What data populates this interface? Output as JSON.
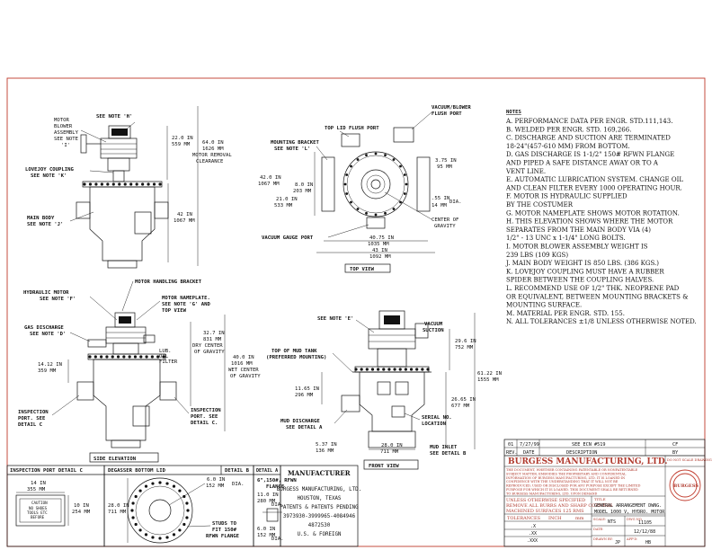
{
  "notes": {
    "title": "NOTES",
    "items": [
      "A. PERFORMANCE DATA PER ENGR. STD.111,143.",
      "B. WELDED PER ENGR. STD. 169,266.",
      "C. DISCHARGE AND SUCTION ARE TERMINATED",
      "   18-24\"(457-610 MM) FROM BOTTOM.",
      "D. GAS DISCHARGE IS 1-1/2\" 150# RFWN FLANGE",
      "   AND PIPED A SAFE DISTANCE AWAY OR TO A",
      "   VENT LINE.",
      "E. AUTOMATIC LUBRICATION SYSTEM. CHANGE OIL",
      "   AND CLEAN FILTER EVERY 1000 OPERATING HOUR.",
      "F. MOTOR IS HYDRAULIC SUPPLIED",
      "   BY THE COSTUMER",
      "G. MOTOR NAMEPLATE SHOWS MOTOR ROTATION.",
      "H. THIS ELEVATION SHOWS WHERE THE MOTOR",
      "   SEPARATES FROM THE MAIN BODY VIA (4)",
      "   1/2\" - 13 UNC x 1-1/4\" LONG BOLTS.",
      "I. MOTOR BLOWER ASSEMBLY WEIGHT IS",
      "   239 LBS (109 KGS)",
      "J. MAIN BODY WEIGHT IS 850 LBS. (386 KGS.)",
      "K. LOVEJOY COUPLING MUST HAVE A RUBBER",
      "   SPIDER BETWEEN THE COUPLING HALVES.",
      "L. RECOMMEND USE OF 1/2\" THK. NEOPRENE PAD",
      "   OR EQUIVALENT, BETWEEN MOUNTING BRACKETS &",
      "   MOUNTING SURFACE.",
      "M. MATERIAL PER ENGR. STD. 155.",
      "N. ALL TOLERANCES ±1/8 UNLESS OTHERWISE NOTED."
    ]
  },
  "view1": {
    "see_note_h": "SEE NOTE 'H'",
    "motor_blower": [
      "MOTOR",
      "BLOWER",
      "ASSEMBLY",
      "SEE NOTE",
      "'I'"
    ],
    "dim_22": [
      "22.0 IN",
      "559 MM"
    ],
    "dim_64": [
      "64.0 IN",
      "1626 MM",
      "MOTOR REMOVAL",
      "CLEARANCE"
    ],
    "lovejoy": [
      "LOVEJOY COUPLING",
      "SEE NOTE 'K'"
    ],
    "main_body": [
      "MAIN BODY",
      "SEE NOTE 'J'"
    ],
    "dim_42": [
      "42 IN",
      "1067 MM"
    ]
  },
  "top_view": {
    "label": "TOP VIEW",
    "lid_port": "TOP LID FLUSH PORT",
    "vacuum_port": [
      "VACUUM/BLOWER",
      "FLUSH PORT"
    ],
    "mounting_bracket": [
      "MOUNTING BRACKET",
      "SEE NOTE 'L'"
    ],
    "dim_42": [
      "42.0 IN",
      "1067 MM"
    ],
    "dim_8": [
      "8.0 IN",
      "203 MM"
    ],
    "dim_21": [
      "21.0 IN",
      "533 MM"
    ],
    "dim_375": [
      "3.75 IN",
      "95 MM"
    ],
    "dim_55": [
      ".55 IN",
      "14 MM",
      "DIA."
    ],
    "cog": [
      "CENTER OF",
      "GRAVITY"
    ],
    "gauge": "VACUUM GAUGE PORT",
    "dim_4075": [
      "40.75 IN",
      "1035 MM"
    ],
    "dim_43": [
      "43 IN",
      "1092 MM"
    ]
  },
  "side": {
    "label": "SIDE ELEVATION",
    "handling": "MOTOR HANDLING BRACKET",
    "hyd_motor": [
      "HYDRAULIC MOTOR",
      "SEE NOTE 'F'"
    ],
    "nameplate": [
      "MOTOR NAMEPLATE.",
      "SEE NOTE 'G' AND",
      "TOP VIEW"
    ],
    "gas": [
      "GAS DISCHARGE",
      "SEE NOTE 'D'"
    ],
    "lub": [
      "LUB.",
      "OIL",
      "FILTER"
    ],
    "dim_327": [
      "32.7 IN",
      "831 MM",
      "DRY CENTER",
      "OF GRAVITY"
    ],
    "dim_40": [
      "40.0 IN",
      "1016 MM",
      "WET CENTER",
      "OF GRAVITY"
    ],
    "dim_1412": [
      "14.12 IN",
      "359 MM"
    ],
    "insp_c": [
      "INSPECTION",
      "PORT. SEE",
      "DETAIL C"
    ],
    "insp_c2": [
      "INSPECTION",
      "PORT. SEE",
      "DETAIL C."
    ]
  },
  "front": {
    "label": "FRONT VIEW",
    "see_note_e": "SEE NOTE 'E'",
    "vacuum_suction": [
      "VACUUM",
      "SUCTION"
    ],
    "mud_tank": [
      "TOP OF MUD TANK",
      "(PREFERRED MOUNTING)"
    ],
    "dim_296": [
      "29.6 IN",
      "752 MM"
    ],
    "dim_6122": [
      "61.22 IN",
      "1555 MM"
    ],
    "dim_1165": [
      "11.65 IN",
      "296 MM"
    ],
    "dim_2665": [
      "26.65 IN",
      "677 MM"
    ],
    "mud_discharge": [
      "MUD DISCHARGE",
      "SEE DETAIL A"
    ],
    "serial": [
      "SERIAL NO.",
      "LOCATION"
    ],
    "dim_537": [
      "5.37 IN",
      "136 MM"
    ],
    "dim_28": [
      "28.0 IN",
      "711 MM"
    ],
    "mud_inlet": [
      "MUD INLET",
      "SEE DETAIL B"
    ]
  },
  "detail_c": {
    "title": "INSPECTION PORT DETAIL C",
    "dim_14": [
      "14 IN",
      "355 MM"
    ],
    "dim_10": [
      "10 IN",
      "254 MM"
    ],
    "plate": [
      "CAUTION",
      "NO SHOES",
      "TOOLS ETC",
      "BEFORE"
    ]
  },
  "detail_b": {
    "title": "DEGASSER BOTTOM LID",
    "detail": "DETAIL B",
    "dim_6": [
      "6.0 IN",
      "152 MM"
    ],
    "dia": "DIA.",
    "dim_28": [
      "28.0 IN",
      "711 MM"
    ],
    "studs": [
      "STUDS TO",
      "FIT 150#",
      "RFWN FLANGE"
    ]
  },
  "detail_a": {
    "title": "DETAIL A",
    "flange": [
      "6\",150#, RFWN",
      "FLANGE"
    ],
    "dim_11": [
      "11.0 IN",
      "280 MM",
      "DIA."
    ],
    "dim_6": [
      "6.0 IN",
      "152 MM",
      "DIA."
    ]
  },
  "manufacturer": {
    "title": "MANUFACTURER",
    "lines": [
      "BURGESS MANUFACTURING, LTD.",
      "HOUSTON, TEXAS",
      "PATENTS & PATENTS PENDING",
      "3973930-3999965-4084946",
      "4872530",
      "U.S. & FOREIGN"
    ]
  },
  "title_block": {
    "rev_row": [
      "01",
      "7/27/99",
      "SEE ECN #519",
      "CF"
    ],
    "rev_head": [
      "REV.",
      "DATE",
      "DESCRIPTION",
      "BY"
    ],
    "company": "BURGESS MANUFACTURING, LTD.",
    "no_scale": "DO NOT SCALE DRAWING",
    "confidential": "THE DOCUMENT, WHETHER CONTAINING PATENTABLE OR NONPATENTABLE SUBJECT MATTER, EMBODIES THE PROPRIETARY AND CONFIDENTIAL INFORMATION OF BURGESS MANUFACTURING, LTD. IT IS LOANED IN CONFIDENCE WITH THE UNDERSTANDING THAT IT WILL NOT BE REPRODUCED, USED OR DISCLOSED FOR ANY PURPOSE EXCEPT THE LIMITED PURPOSE FOR WHICH IT IS LOANED. THIS DOCUMENT SHALL BE RETURNED TO BURGESS MANUFACTURING, LTD. UPON DEMAND",
    "seal": "BURGESS",
    "unless": [
      "UNLESS OTHERWISE SPECIFIED",
      "REMOVE ALL BURRS AND SHARP CORNERS",
      "MACHINED SURFACES 125 RMS"
    ],
    "tolerances": [
      "TOLERANCES",
      "INCH",
      "mm"
    ],
    "tol_rows": [
      ".X",
      ".XX",
      ".XXX"
    ],
    "title_label": "TITLE",
    "title": [
      "GENERAL ARRANGEMENT DWNG.",
      "MODEL 1000 V, HYDRO. MOTOR"
    ],
    "scale_label": "SCALE:",
    "scale": "NTS",
    "dwg_label": "DWG NO.",
    "dwg": "11105",
    "date_label": "DATE:",
    "date": "12/12/88",
    "drawn_label": "DRAWN BY:",
    "drawn": "JP",
    "approved_label": "APP'D:",
    "approved": "HB"
  }
}
